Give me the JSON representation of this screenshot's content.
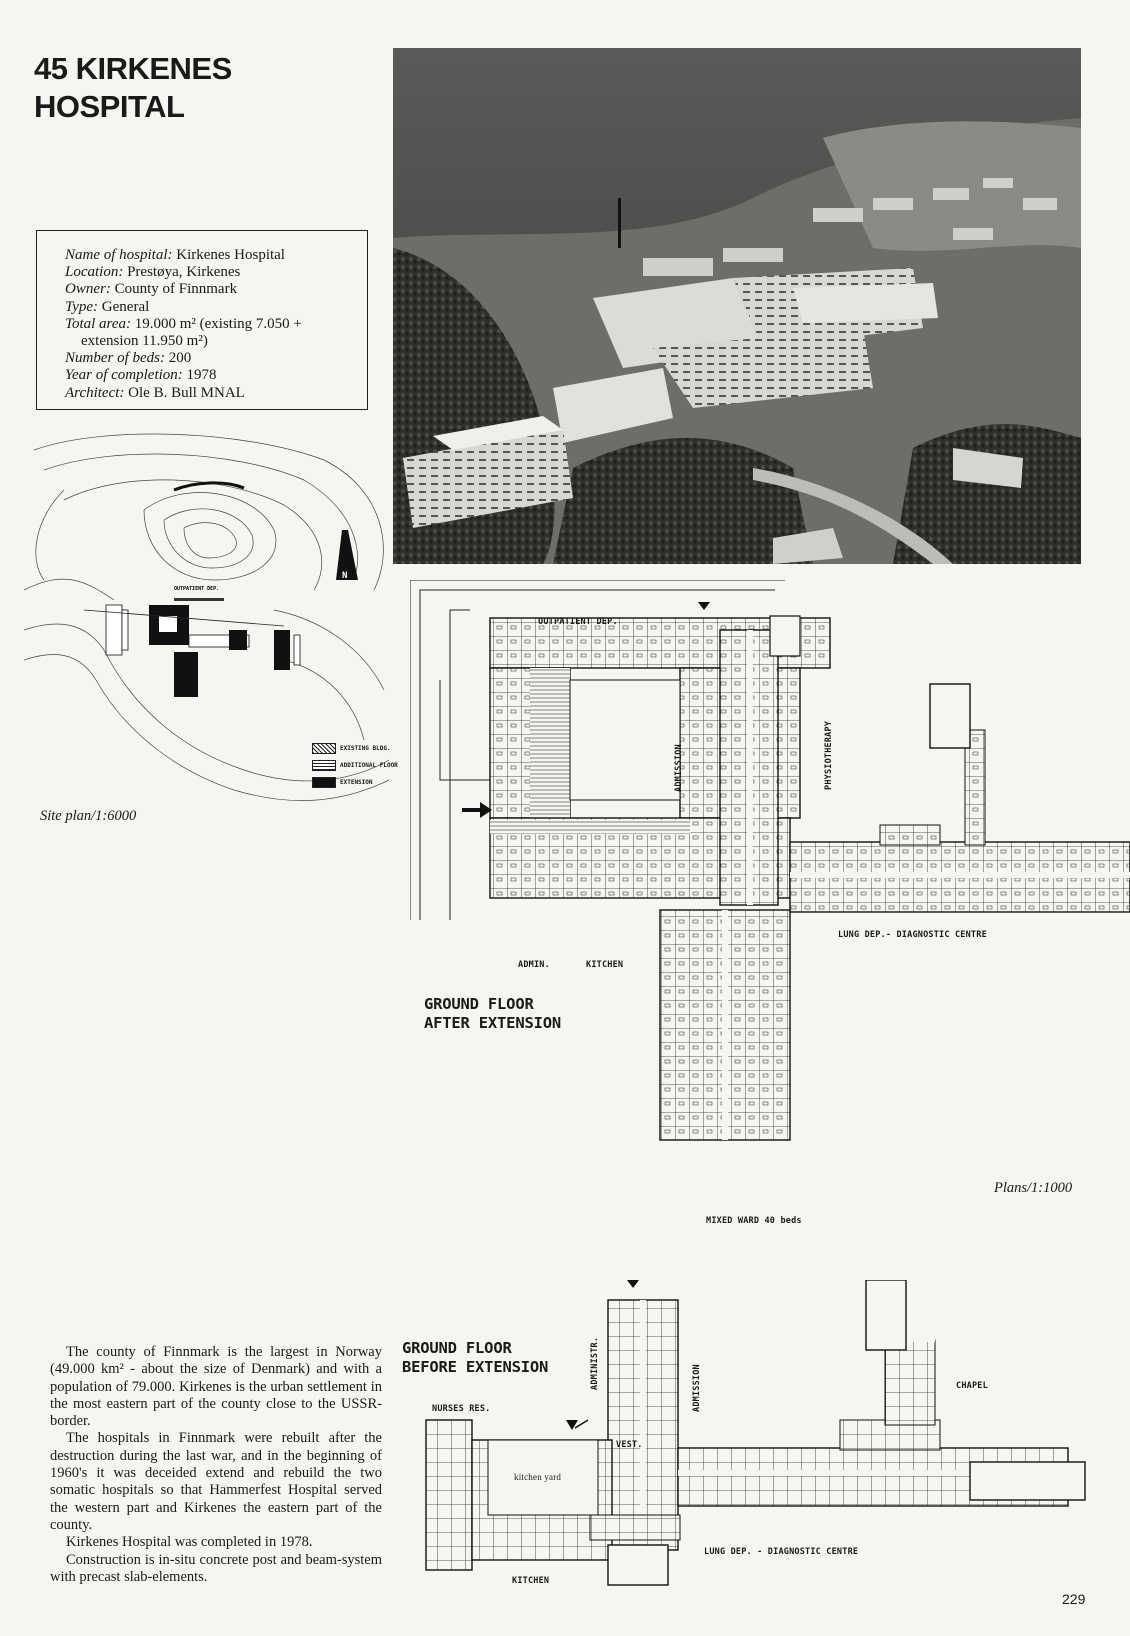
{
  "title": {
    "line1": "45 KIRKENES",
    "line2": "HOSPITAL"
  },
  "info": {
    "name_label": "Name of hospital:",
    "name_value": "Kirkenes Hospital",
    "location_label": "Location:",
    "location_value": "Prestøya, Kirkenes",
    "owner_label": "Owner:",
    "owner_value": "County of Finnmark",
    "type_label": "Type:",
    "type_value": "General",
    "area_label": "Total area:",
    "area_value": "19.000 m² (existing 7.050 +",
    "area_value_cont": "extension 11.950 m²)",
    "beds_label": "Number of beds:",
    "beds_value": "200",
    "year_label": "Year of completion:",
    "year_value": "1978",
    "architect_label": "Architect:",
    "architect_value": "Ole B. Bull MNAL"
  },
  "site_plan": {
    "caption": "Site plan/1:6000",
    "north": "N",
    "legend": [
      "EXISTING BLDG.",
      "ADDITIONAL FLOOR",
      "EXTENSION"
    ],
    "road_label": "OUTPATIENT DEP."
  },
  "plan_after": {
    "heading_line1": "GROUND FLOOR",
    "heading_line2": "AFTER EXTENSION",
    "labels": {
      "outpatient": "OUTPATIENT DEP.",
      "admission": "ADMISSION",
      "physiotherapy": "PHYSIOTHERAPY",
      "admin": "ADMIN.",
      "kitchen": "KITCHEN",
      "lung": "LUNG DEP.- DIAGNOSTIC CENTRE",
      "ward": "MIXED WARD  40 beds"
    }
  },
  "plans_caption": "Plans/1:1000",
  "plan_before": {
    "heading_line1": "GROUND FLOOR",
    "heading_line2": "BEFORE EXTENSION",
    "labels": {
      "nurses": "NURSES RES.",
      "administr": "ADMINISTR.",
      "admission": "ADMISSION",
      "chapel": "CHAPEL",
      "kitchen_yard": "kitchen yard",
      "vest": "VEST.",
      "kitchen": "KITCHEN",
      "lung": "LUNG DEP. - DIAGNOSTIC CENTRE"
    }
  },
  "body": {
    "p1": "The county of Finnmark is the largest in Norway (49.000 km² - about the size of Denmark) and with a population of 79.000. Kirkenes is the urban settlement in the most eastern part of the county close to the USSR-border.",
    "p2": "The hospitals in Finnmark were rebuilt after the destruction during the last war, and in the beginning of 1960's it was deceided extend and rebuild the two somatic hospitals so that Hammerfest Hospital served the western part and Kirkenes the eastern part of the county.",
    "p3": "Kirkenes Hospital was completed in 1978.",
    "p4": "Construction is in-situ concrete post and beam-system with precast slab-elements."
  },
  "page_number": "229"
}
